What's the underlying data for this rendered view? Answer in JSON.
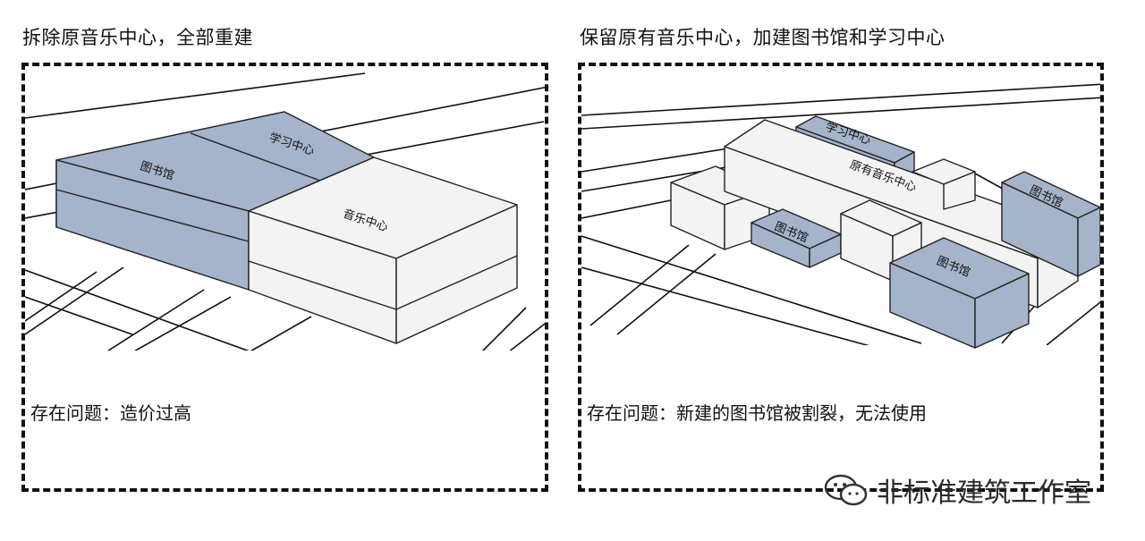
{
  "left": {
    "title": "拆除原音乐中心，全部重建",
    "problem": "存在问题：造价过高",
    "labels": {
      "library": "图书馆",
      "study_center": "学习中心",
      "music_center": "音乐中心"
    }
  },
  "right": {
    "title": "保留原有音乐中心，加建图书馆和学习中心",
    "problem": "存在问题：新建的图书馆被割裂，无法使用",
    "labels": {
      "study_center": "学习中心",
      "original_music_center": "原有音乐中心",
      "library_small": "图书馆",
      "library_right": "图书馆",
      "library_large": "图书馆"
    }
  },
  "watermark": {
    "text": "非标准建筑工作室",
    "icon": "wechat-icon"
  },
  "colors": {
    "new_building": "#a6b4cb",
    "existing_building": "#f3f3f3",
    "outline": "#222222",
    "road": "#111111"
  }
}
